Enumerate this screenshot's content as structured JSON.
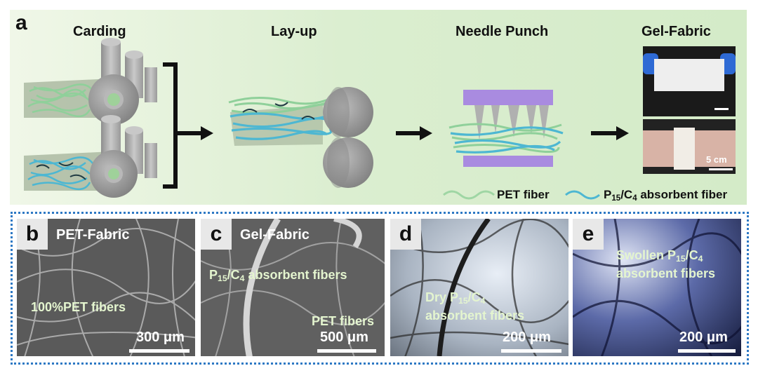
{
  "panel_a": {
    "letter": "a",
    "stages": [
      "Carding",
      "Lay-up",
      "Needle Punch",
      "Gel-Fabric"
    ],
    "photo_scale": "5 cm",
    "legend": {
      "pet": "PET fiber",
      "absorbent_prefix": "P",
      "absorbent_sub1": "15",
      "absorbent_mid": "/C",
      "absorbent_sub2": "4",
      "absorbent_suffix": " absorbent fiber"
    },
    "colors": {
      "pet_fiber": "#9fd6a4",
      "absorbent_fiber": "#4db7d2",
      "press_plate": "#a98be0"
    }
  },
  "panel_b": {
    "letter": "b",
    "title": "PET-Fabric",
    "note": "100%PET fibers",
    "scale": "300 μm"
  },
  "panel_c": {
    "letter": "c",
    "title": "Gel-Fabric",
    "note1_prefix": "P",
    "note1_sub1": "15",
    "note1_mid": "/C",
    "note1_sub2": "4",
    "note1_suffix": " absorbent fibers",
    "note2": "PET fibers",
    "scale": "500 μm"
  },
  "panel_d": {
    "letter": "d",
    "note_line1_prefix": "Dry P",
    "note_sub1": "15",
    "note_mid": "/C",
    "note_sub2": "4",
    "note_line2": "absorbent fibers",
    "scale": "200 μm"
  },
  "panel_e": {
    "letter": "e",
    "note_line1_prefix": "Swollen P",
    "note_sub1": "15",
    "note_mid": "/C",
    "note_sub2": "4",
    "note_line2": "absorbent fibers",
    "scale": "200 μm"
  }
}
